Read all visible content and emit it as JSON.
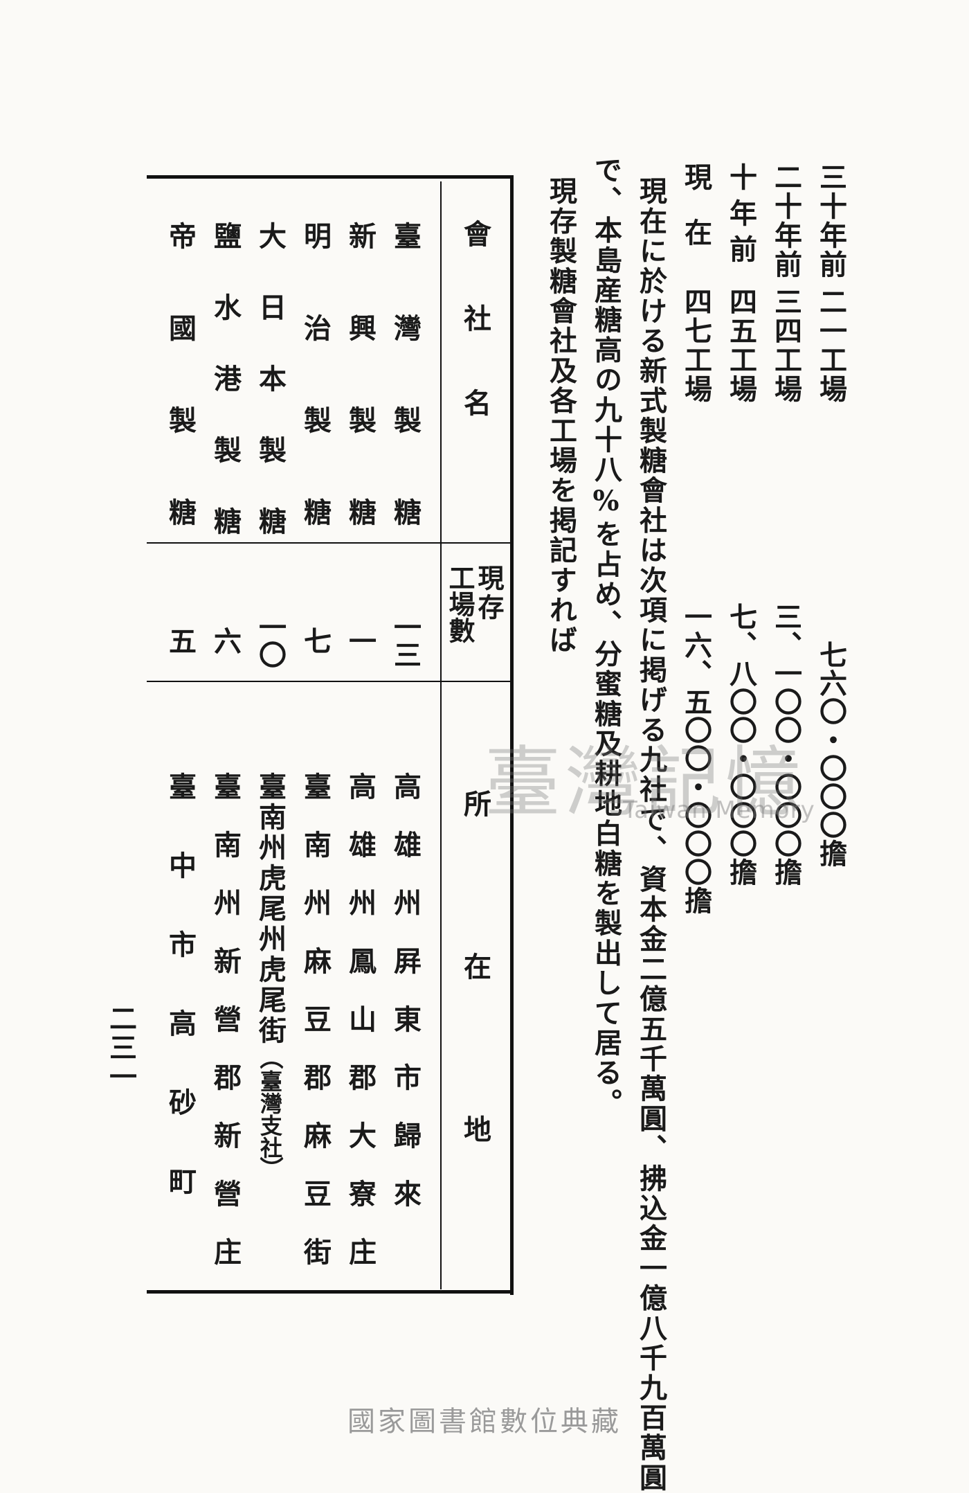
{
  "stats": [
    {
      "label": "三十年前",
      "factories": "二一工場",
      "value": "七六〇・〇〇〇擔"
    },
    {
      "label": "二十年前",
      "factories": "三四工場",
      "value": "三、一〇〇・〇〇〇擔"
    },
    {
      "label": "十年前",
      "factories": "四五工場",
      "value": "七、八〇〇・〇〇〇擔"
    },
    {
      "label": "現在",
      "factories": "四七工場",
      "value": "一六、五〇〇・〇〇〇擔"
    }
  ],
  "paragraph": {
    "line1": "現在に於ける新式製糖會社は次項に掲げる九社で、資本金二億五千萬圓、拂込金一億八千九百萬圓",
    "line2": "で、本島産糖高の九十八%を占め、分蜜糖及耕地白糖を製出して居る。",
    "line3": "現存製糖會社及各工場を掲記すれば"
  },
  "table": {
    "headers": {
      "company": "會社名",
      "factories_top": "現存",
      "factories_bottom": "工場數",
      "location": "所在地"
    },
    "rows": [
      {
        "company": "臺灣製糖",
        "factories": "一三",
        "location": "高雄州屛東市歸來"
      },
      {
        "company": "新興製糖",
        "factories": "一",
        "location": "高雄州鳳山郡大寮庄"
      },
      {
        "company": "明治製糖",
        "factories": "七",
        "location": "臺南州麻豆郡麻豆街"
      },
      {
        "company": "大日本製糖",
        "factories": "一〇",
        "location": "臺南州虎尾州虎尾街",
        "note": "臺灣支社"
      },
      {
        "company": "鹽水港製糖",
        "factories": "六",
        "location": "臺南州新營郡新營庄"
      },
      {
        "company": "帝國製糖",
        "factories": "五",
        "location": "臺中市高砂町"
      }
    ]
  },
  "page_number": "二三一",
  "watermark": {
    "main": "臺灣記憶",
    "sub": "Taiwan Memory"
  },
  "footer": "國家圖書館數位典藏"
}
